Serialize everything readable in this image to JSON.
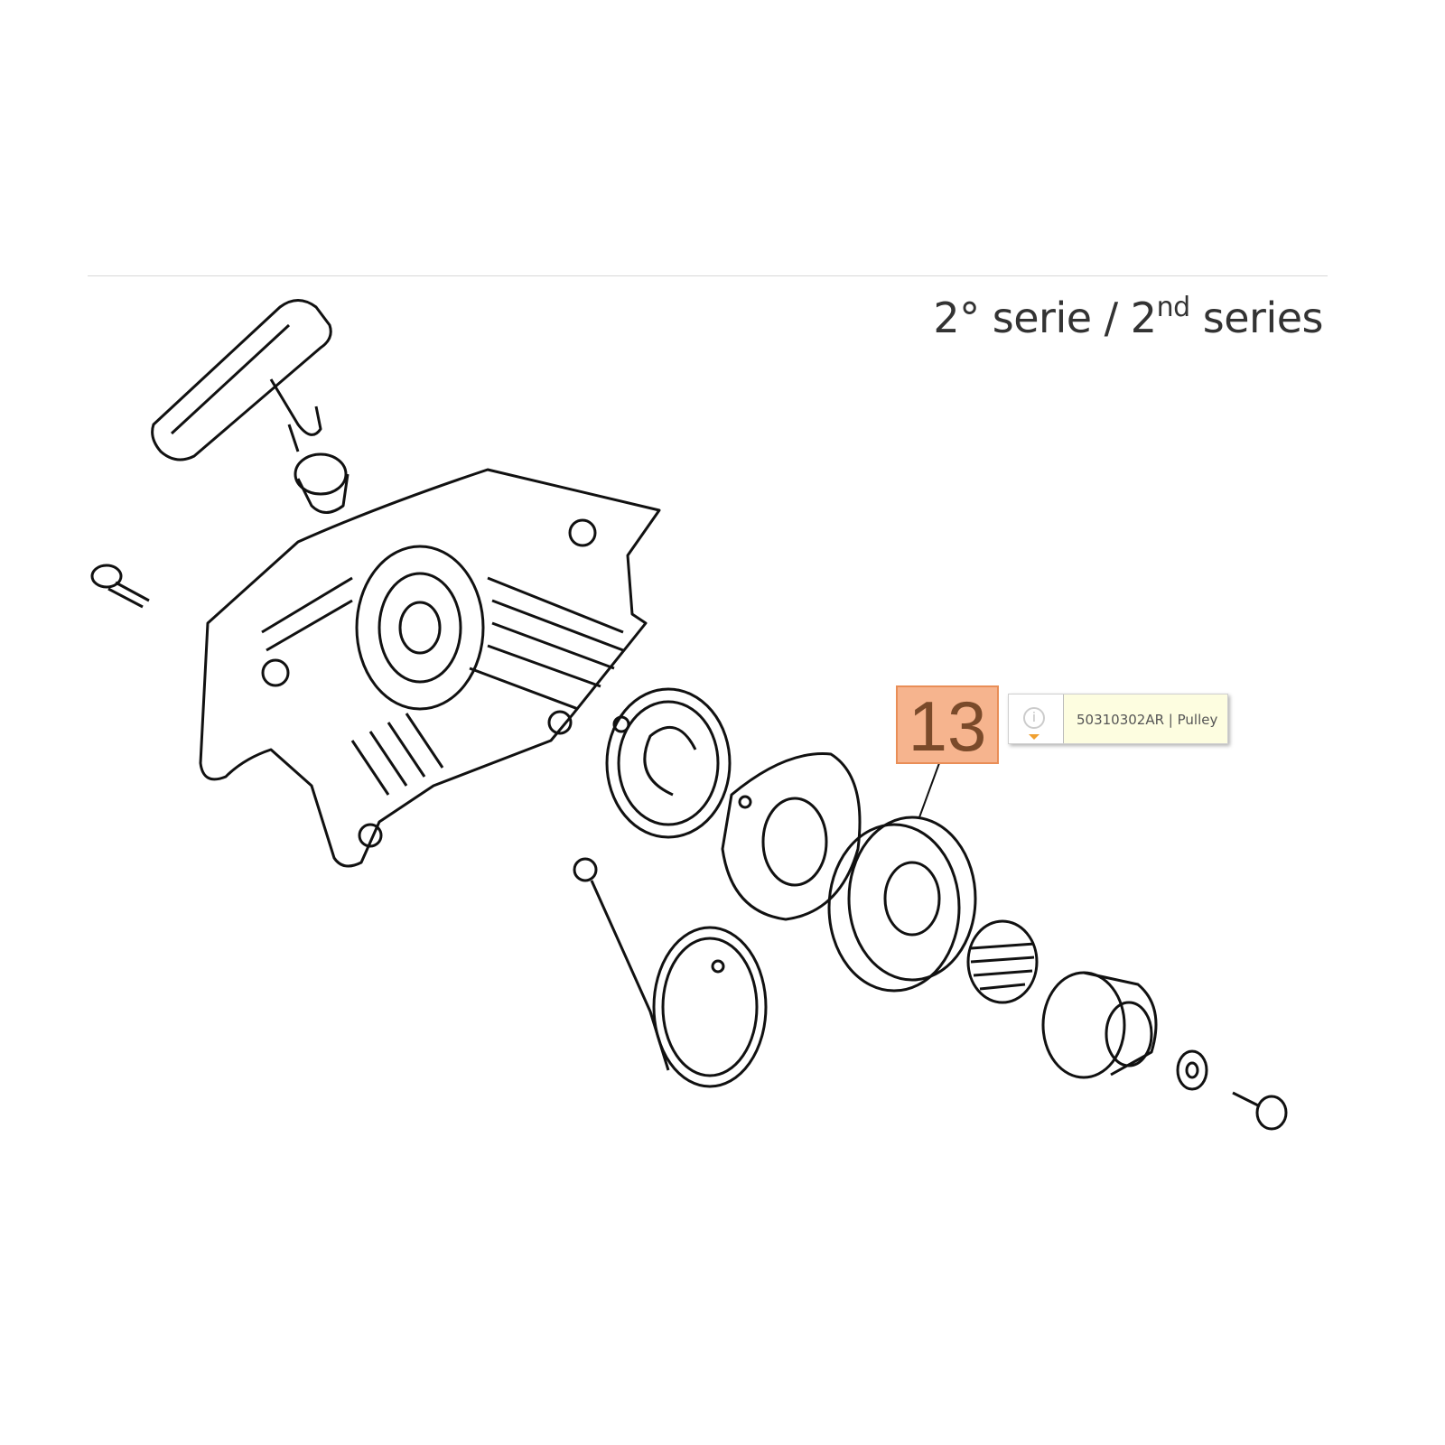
{
  "header": {
    "title_main": "2° serie / 2",
    "title_sup": "nd",
    "title_end": " series"
  },
  "callout": {
    "number": "13",
    "fill_color": "#f6b48e",
    "border_color": "#e98e57"
  },
  "tooltip": {
    "icon": "info-icon",
    "text": "50310302AR | Pulley"
  }
}
